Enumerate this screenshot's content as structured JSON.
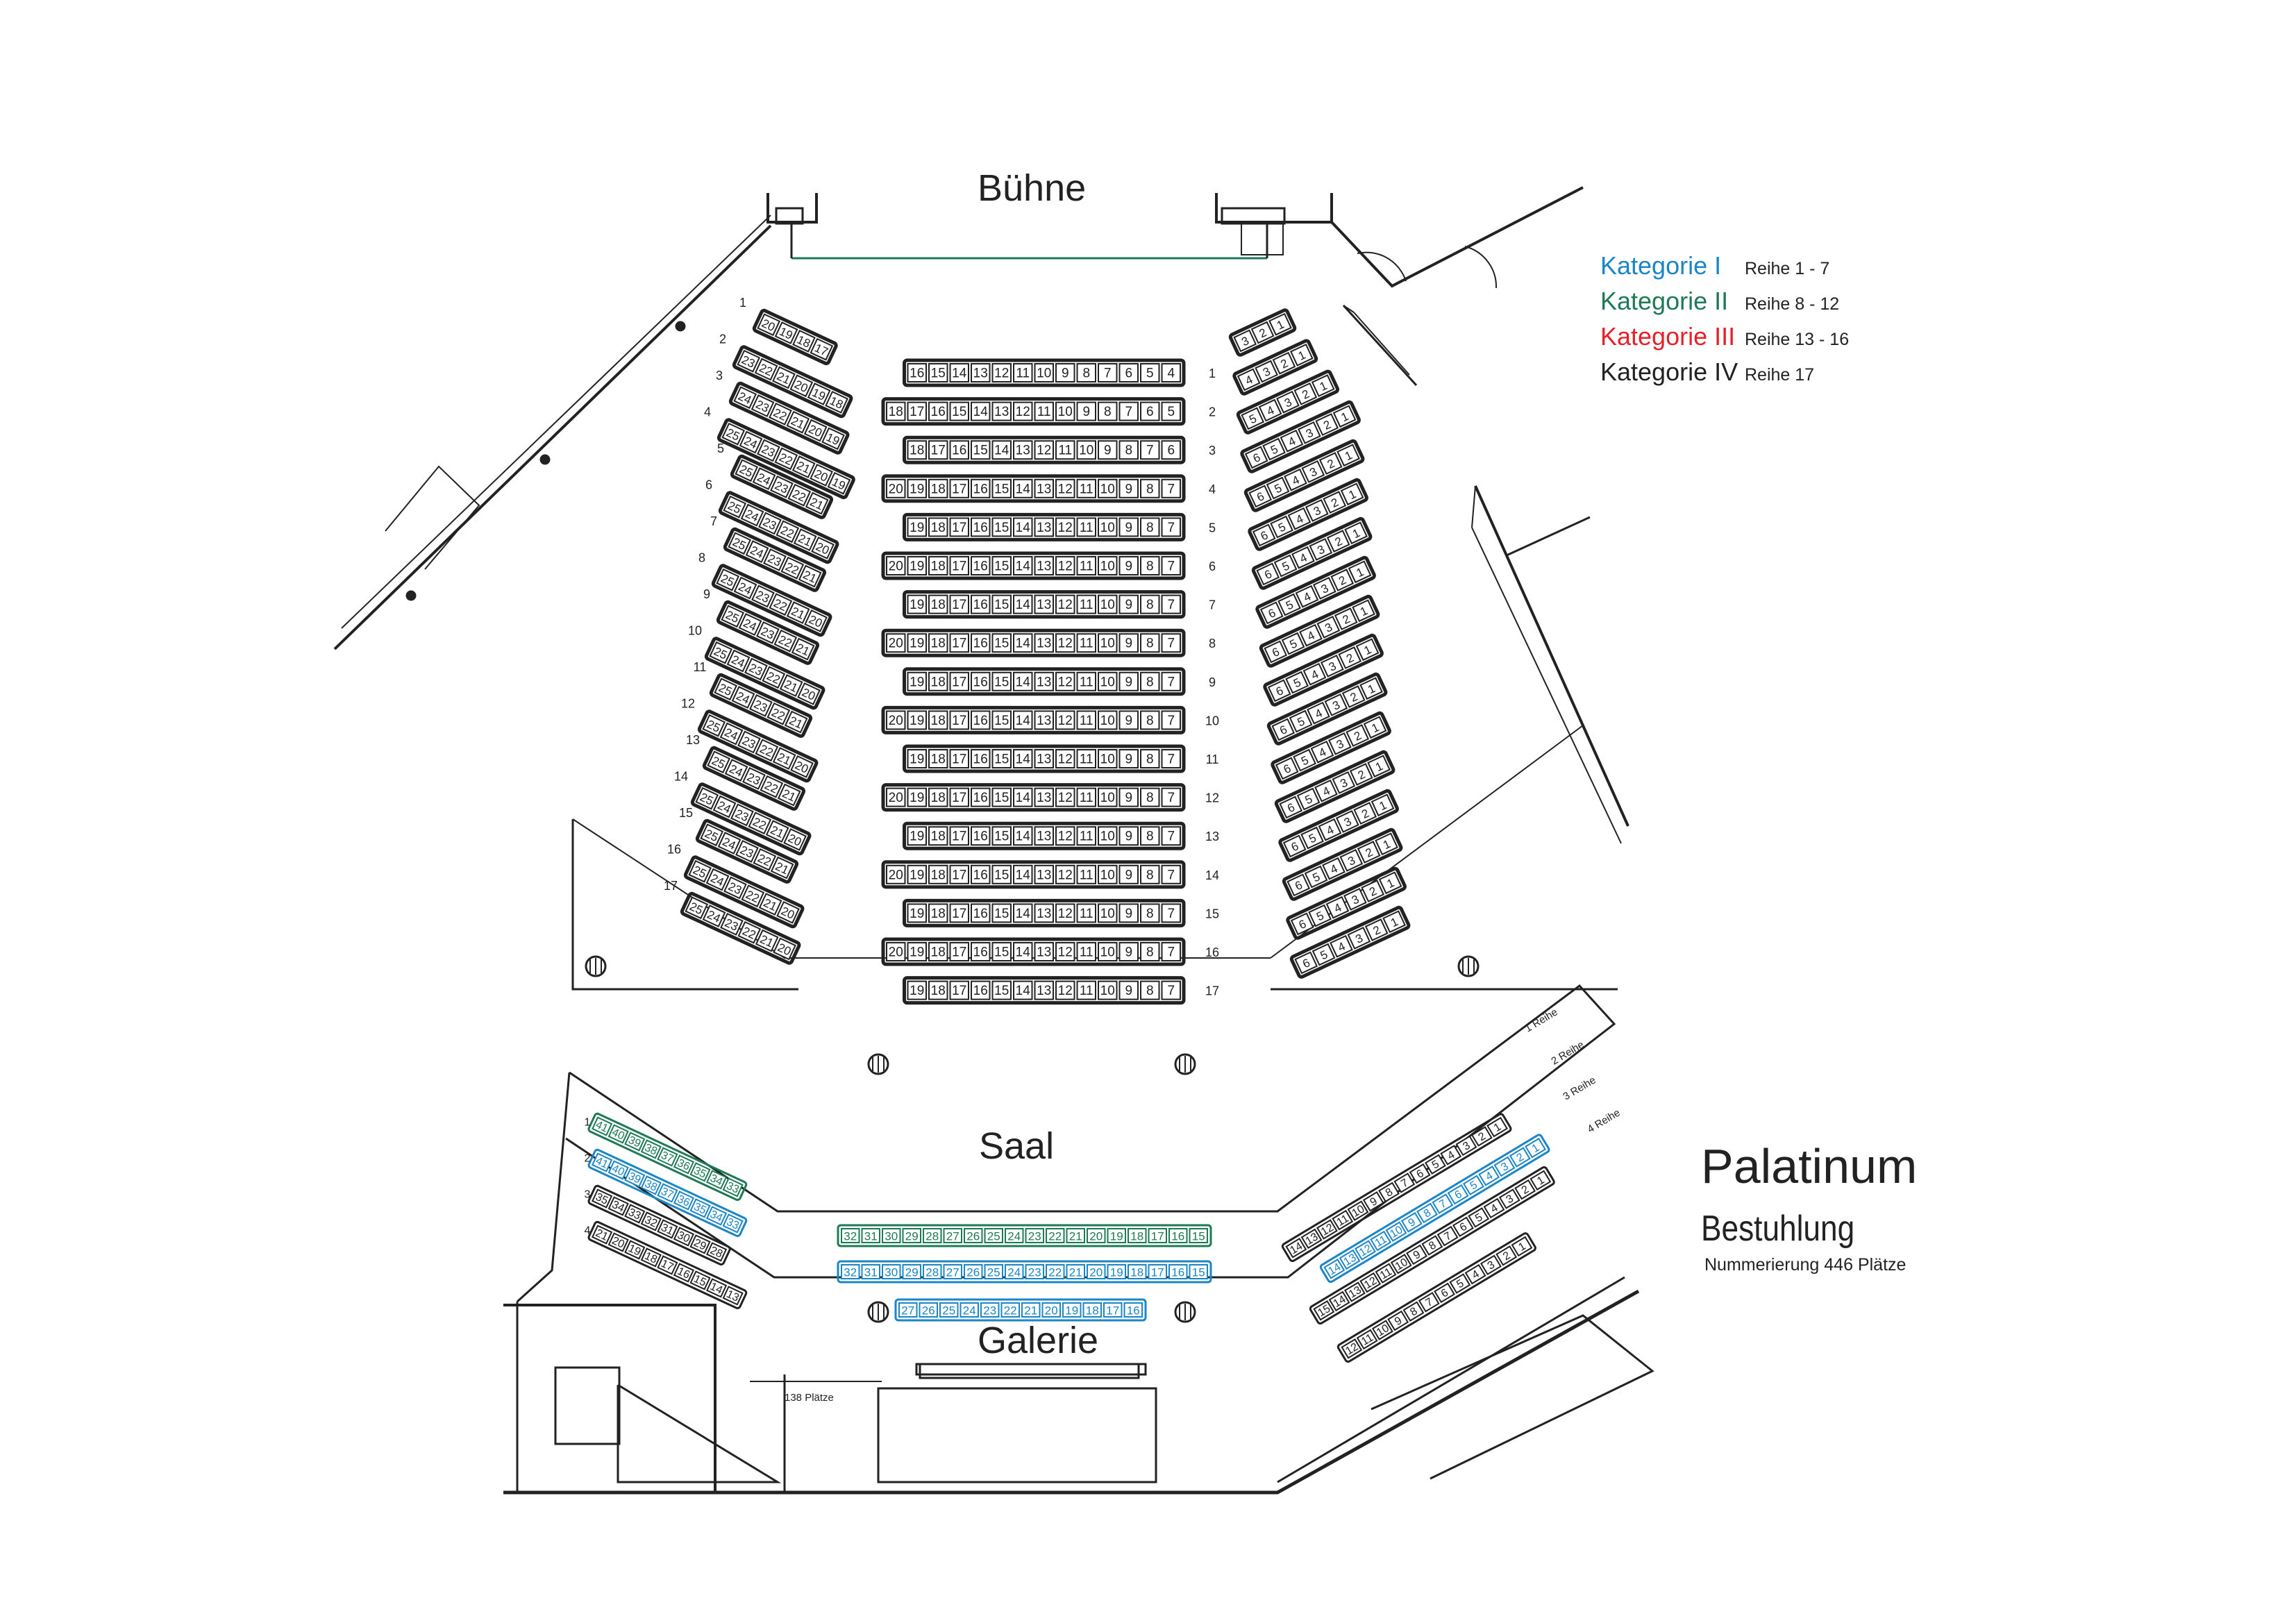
{
  "stage": {
    "label": "Bühne"
  },
  "hall": {
    "label": "Saal"
  },
  "gallery": {
    "label": "Galerie",
    "capacity_label": "138 Plätze"
  },
  "venue": {
    "name": "Palatinum",
    "subtitle": "Bestuhlung",
    "numbering_note": "Nummerierung 446 Plätze"
  },
  "legend": [
    {
      "name": "Kategorie I",
      "rows": "Reihe 1 - 7",
      "color": "#1a86c8"
    },
    {
      "name": "Kategorie II",
      "rows": "Reihe 8 - 12",
      "color": "#1e7a55"
    },
    {
      "name": "Kategorie III",
      "rows": "Reihe 13 - 16",
      "color": "#e8202a"
    },
    {
      "name": "Kategorie IV",
      "rows": "Reihe 17",
      "color": "#222222"
    }
  ],
  "hall_center_rows": [
    {
      "row": "1",
      "seats": [
        16,
        15,
        14,
        13,
        12,
        11,
        10,
        9,
        8,
        7,
        6,
        5,
        4
      ]
    },
    {
      "row": "2",
      "seats": [
        18,
        17,
        16,
        15,
        14,
        13,
        12,
        11,
        10,
        9,
        8,
        7,
        6,
        5
      ]
    },
    {
      "row": "3",
      "seats": [
        18,
        17,
        16,
        15,
        14,
        13,
        12,
        11,
        10,
        9,
        8,
        7,
        6
      ]
    },
    {
      "row": "4",
      "seats": [
        20,
        19,
        18,
        17,
        16,
        15,
        14,
        13,
        12,
        11,
        10,
        9,
        8,
        7
      ]
    },
    {
      "row": "5",
      "seats": [
        19,
        18,
        17,
        16,
        15,
        14,
        13,
        12,
        11,
        10,
        9,
        8,
        7
      ]
    },
    {
      "row": "6",
      "seats": [
        20,
        19,
        18,
        17,
        16,
        15,
        14,
        13,
        12,
        11,
        10,
        9,
        8,
        7
      ]
    },
    {
      "row": "7",
      "seats": [
        19,
        18,
        17,
        16,
        15,
        14,
        13,
        12,
        11,
        10,
        9,
        8,
        7
      ]
    },
    {
      "row": "8",
      "seats": [
        20,
        19,
        18,
        17,
        16,
        15,
        14,
        13,
        12,
        11,
        10,
        9,
        8,
        7
      ]
    },
    {
      "row": "9",
      "seats": [
        19,
        18,
        17,
        16,
        15,
        14,
        13,
        12,
        11,
        10,
        9,
        8,
        7
      ]
    },
    {
      "row": "10",
      "seats": [
        20,
        19,
        18,
        17,
        16,
        15,
        14,
        13,
        12,
        11,
        10,
        9,
        8,
        7
      ]
    },
    {
      "row": "11",
      "seats": [
        19,
        18,
        17,
        16,
        15,
        14,
        13,
        12,
        11,
        10,
        9,
        8,
        7
      ]
    },
    {
      "row": "12",
      "seats": [
        20,
        19,
        18,
        17,
        16,
        15,
        14,
        13,
        12,
        11,
        10,
        9,
        8,
        7
      ]
    },
    {
      "row": "13",
      "seats": [
        19,
        18,
        17,
        16,
        15,
        14,
        13,
        12,
        11,
        10,
        9,
        8,
        7
      ]
    },
    {
      "row": "14",
      "seats": [
        20,
        19,
        18,
        17,
        16,
        15,
        14,
        13,
        12,
        11,
        10,
        9,
        8,
        7
      ]
    },
    {
      "row": "15",
      "seats": [
        19,
        18,
        17,
        16,
        15,
        14,
        13,
        12,
        11,
        10,
        9,
        8,
        7
      ]
    },
    {
      "row": "16",
      "seats": [
        20,
        19,
        18,
        17,
        16,
        15,
        14,
        13,
        12,
        11,
        10,
        9,
        8,
        7
      ]
    },
    {
      "row": "17",
      "seats": [
        19,
        18,
        17,
        16,
        15,
        14,
        13,
        12,
        11,
        10,
        9,
        8,
        7
      ]
    }
  ],
  "hall_left_rows": [
    {
      "row": "1",
      "seats": [
        20,
        19,
        18,
        17
      ]
    },
    {
      "row": "2",
      "seats": [
        23,
        22,
        21,
        20,
        19,
        18
      ]
    },
    {
      "row": "3",
      "seats": [
        24,
        23,
        22,
        21,
        20,
        19
      ]
    },
    {
      "row": "4",
      "seats": [
        25,
        24,
        23,
        22,
        21,
        20,
        19
      ]
    },
    {
      "row": "5",
      "seats": [
        25,
        24,
        23,
        22,
        21
      ]
    },
    {
      "row": "6",
      "seats": [
        25,
        24,
        23,
        22,
        21,
        20
      ]
    },
    {
      "row": "7",
      "seats": [
        25,
        24,
        23,
        22,
        21
      ]
    },
    {
      "row": "8",
      "seats": [
        25,
        24,
        23,
        22,
        21,
        20
      ]
    },
    {
      "row": "9",
      "seats": [
        25,
        24,
        23,
        22,
        21
      ]
    },
    {
      "row": "10",
      "seats": [
        25,
        24,
        23,
        22,
        21,
        20
      ]
    },
    {
      "row": "11",
      "seats": [
        25,
        24,
        23,
        22,
        21
      ]
    },
    {
      "row": "12",
      "seats": [
        25,
        24,
        23,
        22,
        21,
        20
      ]
    },
    {
      "row": "13",
      "seats": [
        25,
        24,
        23,
        22,
        21
      ]
    },
    {
      "row": "14",
      "seats": [
        25,
        24,
        23,
        22,
        21,
        20
      ]
    },
    {
      "row": "15",
      "seats": [
        25,
        24,
        23,
        22,
        21
      ]
    },
    {
      "row": "16",
      "seats": [
        25,
        24,
        23,
        22,
        21,
        20
      ]
    },
    {
      "row": "17",
      "seats": [
        25,
        24,
        23,
        22,
        21,
        20
      ]
    }
  ],
  "hall_right_rows": [
    {
      "row": "1",
      "seats": [
        3,
        2,
        1
      ]
    },
    {
      "row": "2",
      "seats": [
        4,
        3,
        2,
        1
      ]
    },
    {
      "row": "3",
      "seats": [
        5,
        4,
        3,
        2,
        1
      ]
    },
    {
      "row": "4",
      "seats": [
        6,
        5,
        4,
        3,
        2,
        1
      ]
    },
    {
      "row": "5",
      "seats": [
        6,
        5,
        4,
        3,
        2,
        1
      ]
    },
    {
      "row": "6",
      "seats": [
        6,
        5,
        4,
        3,
        2,
        1
      ]
    },
    {
      "row": "7",
      "seats": [
        6,
        5,
        4,
        3,
        2,
        1
      ]
    },
    {
      "row": "8",
      "seats": [
        6,
        5,
        4,
        3,
        2,
        1
      ]
    },
    {
      "row": "9",
      "seats": [
        6,
        5,
        4,
        3,
        2,
        1
      ]
    },
    {
      "row": "10",
      "seats": [
        6,
        5,
        4,
        3,
        2,
        1
      ]
    },
    {
      "row": "11",
      "seats": [
        6,
        5,
        4,
        3,
        2,
        1
      ]
    },
    {
      "row": "12",
      "seats": [
        6,
        5,
        4,
        3,
        2,
        1
      ]
    },
    {
      "row": "13",
      "seats": [
        6,
        5,
        4,
        3,
        2,
        1
      ]
    },
    {
      "row": "14",
      "seats": [
        6,
        5,
        4,
        3,
        2,
        1
      ]
    },
    {
      "row": "15",
      "seats": [
        6,
        5,
        4,
        3,
        2,
        1
      ]
    },
    {
      "row": "16",
      "seats": [
        6,
        5,
        4,
        3,
        2,
        1
      ]
    },
    {
      "row": "17",
      "seats": [
        6,
        5,
        4,
        3,
        2,
        1
      ]
    }
  ],
  "gallery_center_rows": [
    {
      "row": "1",
      "seats": [
        32,
        31,
        30,
        29,
        28,
        27,
        26,
        25,
        24,
        23,
        22,
        21,
        20,
        19,
        18,
        17,
        16,
        15
      ],
      "color": "#1e7a55"
    },
    {
      "row": "2",
      "seats": [
        32,
        31,
        30,
        29,
        28,
        27,
        26,
        25,
        24,
        23,
        22,
        21,
        20,
        19,
        18,
        17,
        16,
        15
      ],
      "color": "#1a86c8"
    },
    {
      "row": "3",
      "seats": [
        27,
        26,
        25,
        24,
        23,
        22,
        21,
        20,
        19,
        18,
        17,
        16
      ],
      "color": "#1a86c8"
    }
  ],
  "gallery_left_rows": [
    {
      "row": "1",
      "seats": [
        41,
        40,
        39,
        38,
        37,
        36,
        35,
        34,
        33
      ],
      "color": "#1e7a55"
    },
    {
      "row": "2",
      "seats": [
        41,
        40,
        39,
        38,
        37,
        36,
        35,
        34,
        33
      ],
      "color": "#1a86c8"
    },
    {
      "row": "3",
      "seats": [
        35,
        34,
        33,
        32,
        31,
        30,
        29,
        28
      ],
      "color": "#222222"
    },
    {
      "row": "4",
      "seats": [
        21,
        20,
        19,
        18,
        17,
        16,
        15,
        14,
        13
      ],
      "color": "#222222"
    }
  ],
  "gallery_right_rows": [
    {
      "row": "1 Reihe",
      "seats": [
        14,
        13,
        12,
        11,
        10,
        9,
        8,
        7,
        6,
        5,
        4,
        3,
        2,
        1
      ],
      "color": "#222222"
    },
    {
      "row": "2 Reihe",
      "seats": [
        14,
        13,
        12,
        11,
        10,
        9,
        8,
        7,
        6,
        5,
        4,
        3,
        2,
        1
      ],
      "color": "#1a86c8"
    },
    {
      "row": "3 Reihe",
      "seats": [
        15,
        14,
        13,
        12,
        11,
        10,
        9,
        8,
        7,
        6,
        5,
        4,
        3,
        2,
        1
      ],
      "color": "#222222"
    },
    {
      "row": "4 Reihe",
      "seats": [
        12,
        11,
        10,
        9,
        8,
        7,
        6,
        5,
        4,
        3,
        2,
        1
      ],
      "color": "#222222"
    }
  ]
}
